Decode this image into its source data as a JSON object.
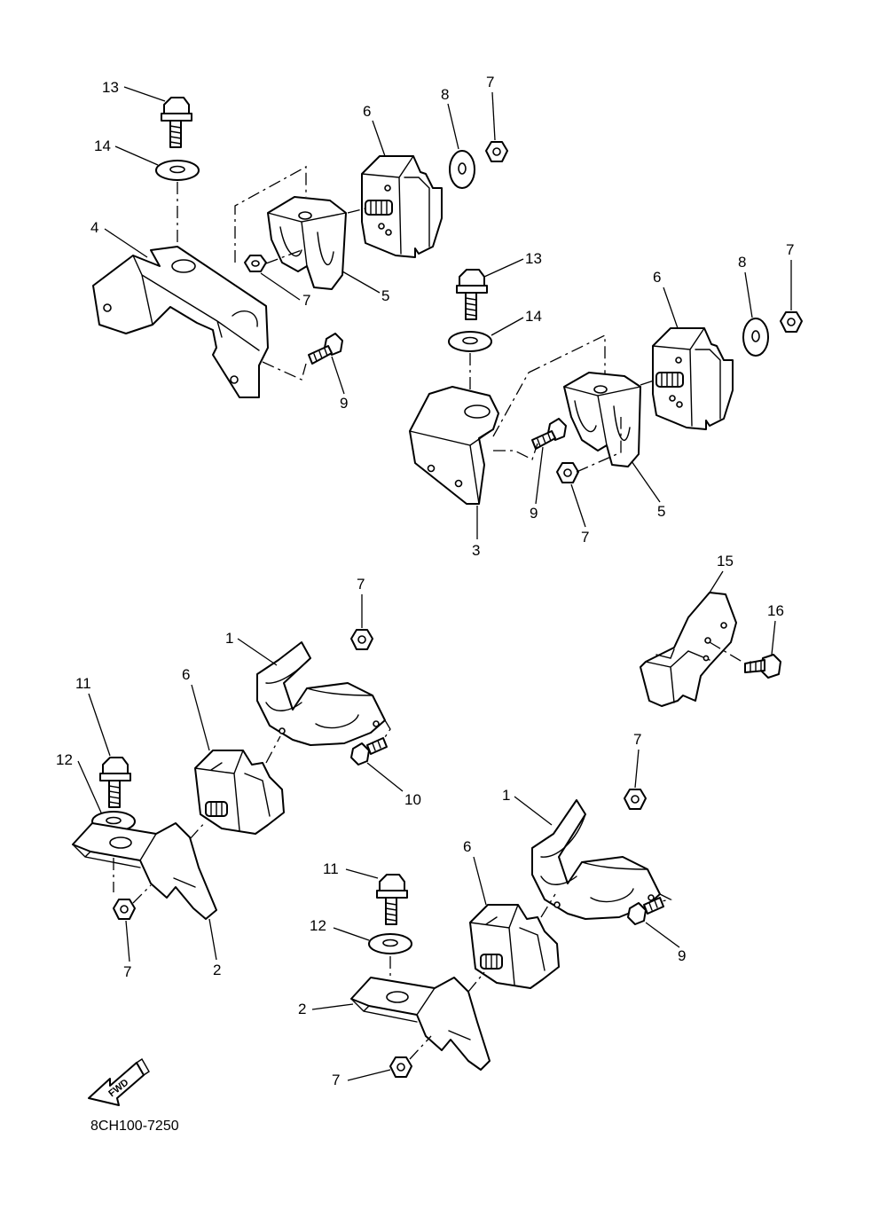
{
  "diagram": {
    "code": "8CH100-7250",
    "fwd_label": "FWD",
    "callouts": {
      "c13a": "13",
      "c14a": "14",
      "c4": "4",
      "c6a": "6",
      "c8a": "8",
      "c7a": "7",
      "c7b": "7",
      "c5a": "5",
      "c9a": "9",
      "c13b": "13",
      "c14b": "14",
      "c6b": "6",
      "c8b": "8",
      "c7c": "7",
      "c9b": "9",
      "c7d": "7",
      "c5b": "5",
      "c3": "3",
      "c7e": "7",
      "c1a": "1",
      "c6c": "6",
      "c11a": "11",
      "c12a": "12",
      "c10": "10",
      "c7f": "7",
      "c2a": "2",
      "c15": "15",
      "c16": "16",
      "c7g": "7",
      "c1b": "1",
      "c6d": "6",
      "c11b": "11",
      "c12b": "12",
      "c9c": "9",
      "c2b": "2",
      "c7h": "7"
    }
  }
}
